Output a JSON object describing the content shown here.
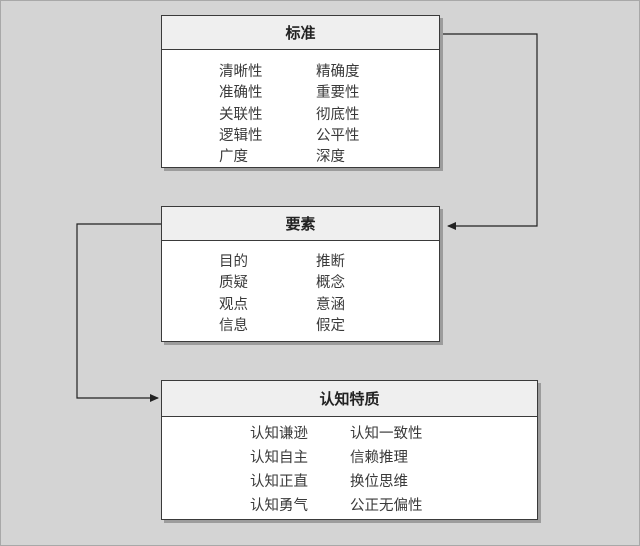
{
  "boxes": {
    "standards": {
      "title": "标准",
      "items": [
        "清晰性",
        "精确度",
        "准确性",
        "重要性",
        "关联性",
        "彻底性",
        "逻辑性",
        "公平性",
        "广度",
        "深度"
      ]
    },
    "elements": {
      "title": "要素",
      "items": [
        "目的",
        "推断",
        "质疑",
        "概念",
        "观点",
        "意涵",
        "信息",
        "假定"
      ]
    },
    "traits": {
      "title": "认知特质",
      "items": [
        "认知谦逊",
        "认知一致性",
        "认知自主",
        "信赖推理",
        "认知正直",
        "换位思维",
        "认知勇气",
        "公正无偏性"
      ]
    }
  },
  "colors": {
    "background": "#d4d4d4",
    "box_fill": "#ffffff",
    "header_fill": "#efefef",
    "border": "#3a3a3a"
  }
}
